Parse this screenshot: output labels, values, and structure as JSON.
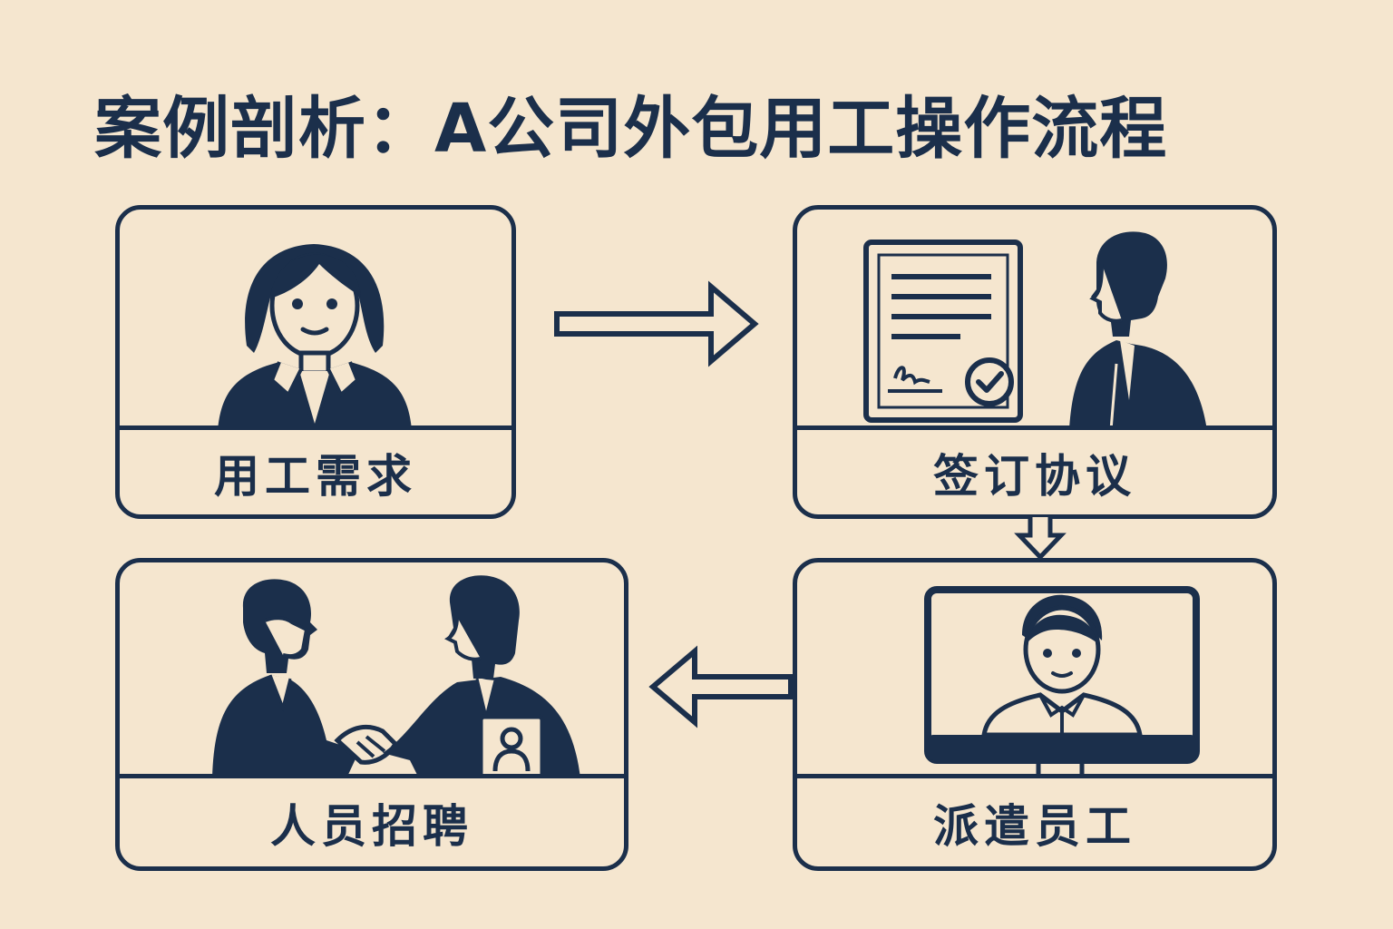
{
  "title": "案例剖析：A公司外包用工操作流程",
  "colors": {
    "background": "#f5e6cf",
    "ink": "#1b2f4b"
  },
  "steps": [
    {
      "label": "用工需求",
      "icon": "woman-employer-icon"
    },
    {
      "label": "签订协议",
      "icon": "contract-signing-icon"
    },
    {
      "label": "派遣员工",
      "icon": "employee-monitor-icon"
    },
    {
      "label": "人员招聘",
      "icon": "handshake-recruitment-icon"
    }
  ],
  "arrows": [
    {
      "from": "用工需求",
      "to": "签订协议",
      "direction": "right"
    },
    {
      "from": "签订协议",
      "to": "派遣员工",
      "direction": "down"
    },
    {
      "from": "派遣员工",
      "to": "人员招聘",
      "direction": "left"
    }
  ]
}
